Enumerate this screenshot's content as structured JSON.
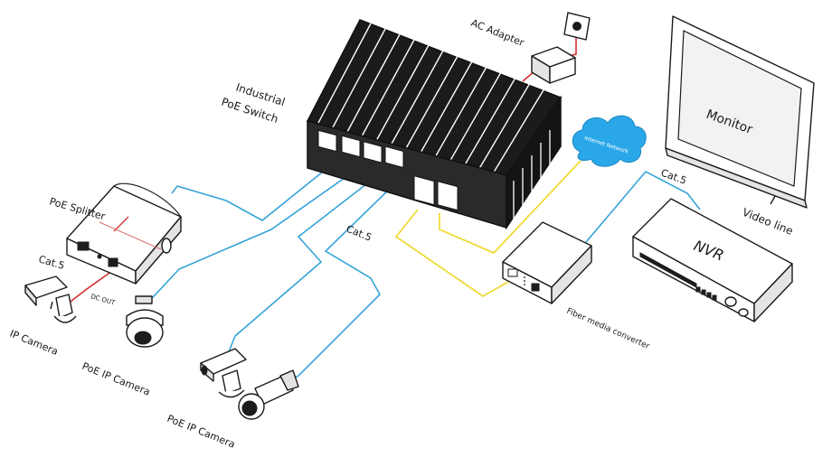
{
  "labels": {
    "switch_line1": "Industrial",
    "switch_line2": "PoE Switch",
    "ac_adapter": "AC Adapter",
    "monitor": "Monitor",
    "nvr": "NVR",
    "video_line": "Video line",
    "cat5_nvr": "Cat.5",
    "cat5_switch": "Cat.5",
    "cat5_splitter": "Cat.5",
    "poe_splitter": "PoE Splitter",
    "dc_out": "DC OUT",
    "fiber_converter": "Fiber media converter",
    "cloud": "Internet Network",
    "ip_camera": "IP Camera",
    "poe_ip_camera_1": "PoE IP Camera",
    "poe_ip_camera_2": "PoE IP Camera"
  },
  "colors": {
    "ethernet": "#35a4d8",
    "fiber": "#f0da3a",
    "power": "#d43030",
    "cloud": "#2aa7e8"
  }
}
